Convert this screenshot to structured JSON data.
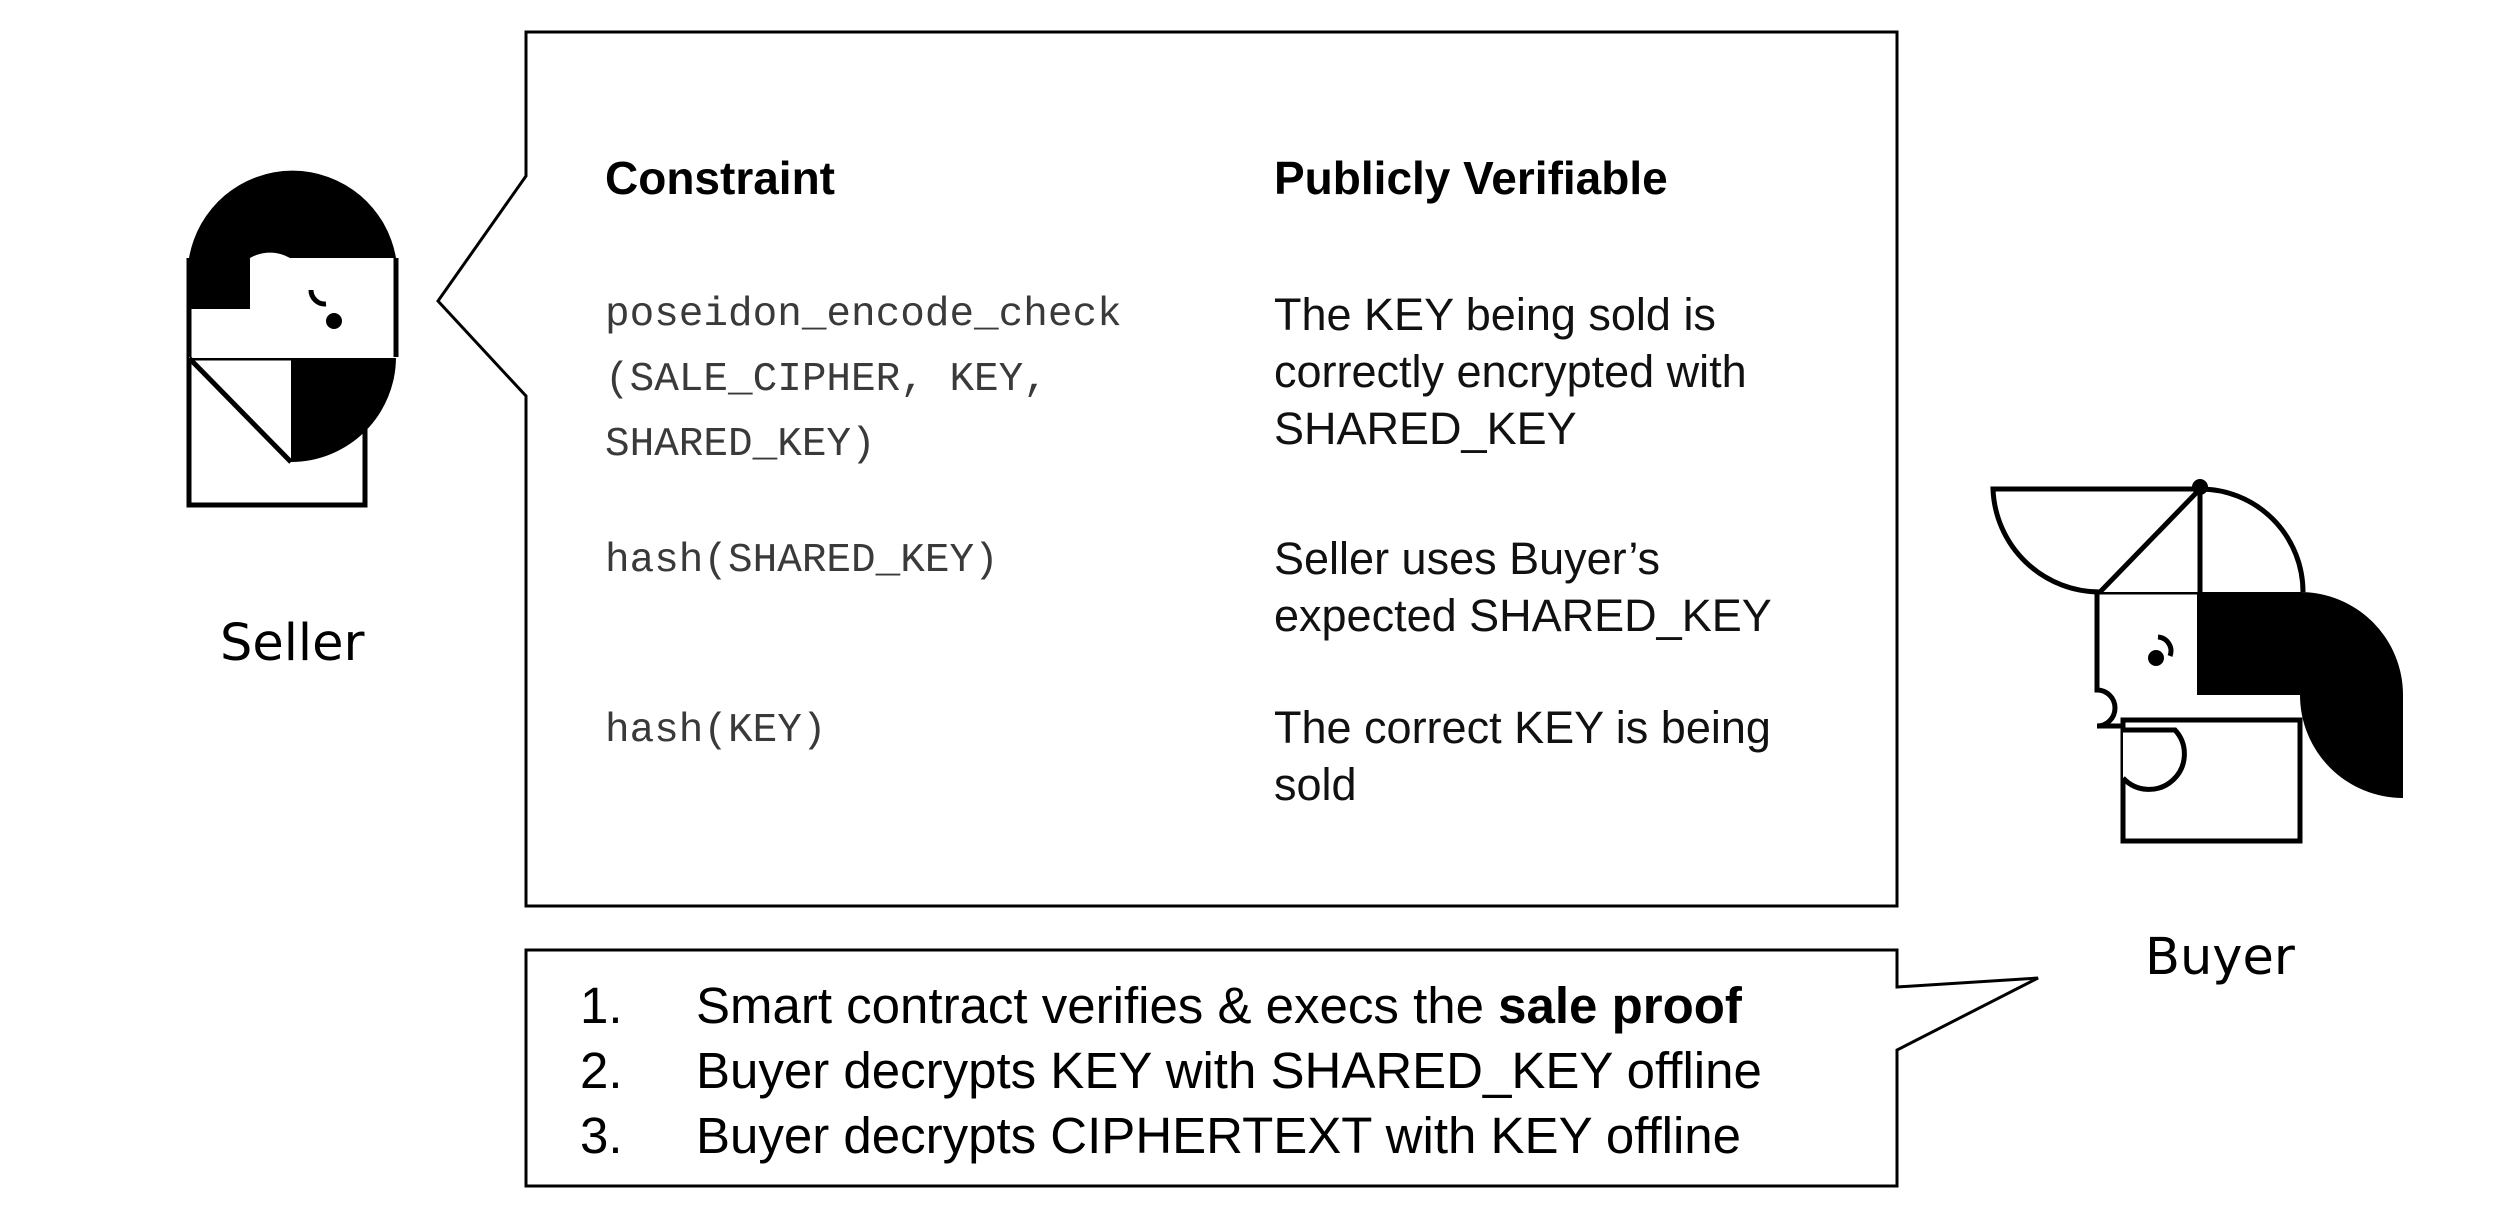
{
  "constraints_panel": {
    "col_constraint_header": "Constraint",
    "col_verifiable_header": "Publicly Verifiable",
    "rows": [
      {
        "constraint": "poseidon_encode_check\n(SALE_CIPHER, KEY,\nSHARED_KEY)",
        "verifiable": "The KEY being sold is\ncorrectly encrypted with\nSHARED_KEY"
      },
      {
        "constraint": "hash(SHARED_KEY)",
        "verifiable": "Seller uses Buyer’s\nexpected SHARED_KEY"
      },
      {
        "constraint": "hash(KEY)",
        "verifiable": "The correct KEY is being\nsold"
      }
    ]
  },
  "actors": {
    "seller_label": "Seller",
    "buyer_label": "Buyer"
  },
  "steps_panel": {
    "steps": [
      {
        "num": "1.",
        "text": "Smart contract verifies & execs the ",
        "bold": "sale proof"
      },
      {
        "num": "2.",
        "text": "Buyer decrypts KEY with SHARED_KEY offline",
        "bold": ""
      },
      {
        "num": "3.",
        "text": "Buyer decrypts CIPHERTEXT with KEY offline",
        "bold": ""
      }
    ]
  }
}
